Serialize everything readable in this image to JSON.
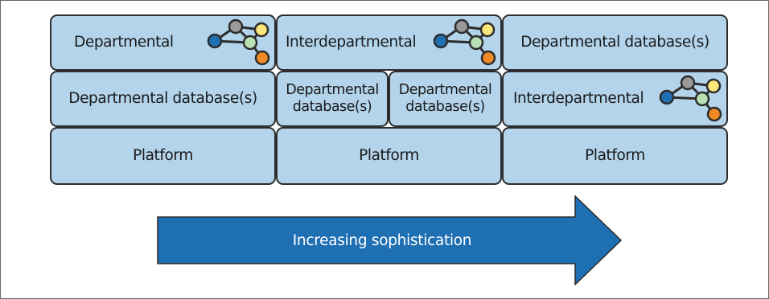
{
  "top_row": {
    "col1": "Departmental",
    "col2": "Interdepartmental",
    "col3": "Departmental database(s)"
  },
  "middle_row": {
    "col1": "Departmental database(s)",
    "col2a": "Departmental database(s)",
    "col2b": "Departmental database(s)",
    "col3": "Interdepartmental"
  },
  "bottom_row": {
    "col1": "Platform",
    "col2": "Platform",
    "col3": "Platform"
  },
  "arrow": {
    "label": "Increasing sophistication",
    "color": "#1f6fb3"
  },
  "colors": {
    "box_fill": "#b3d4eb",
    "node_blue": "#1f6fb3",
    "node_gray": "#9a9a9a",
    "node_yellow": "#fbe77a",
    "node_green": "#b7e0b4",
    "node_orange": "#f08a24"
  },
  "icons": [
    "network-graph-icon"
  ]
}
